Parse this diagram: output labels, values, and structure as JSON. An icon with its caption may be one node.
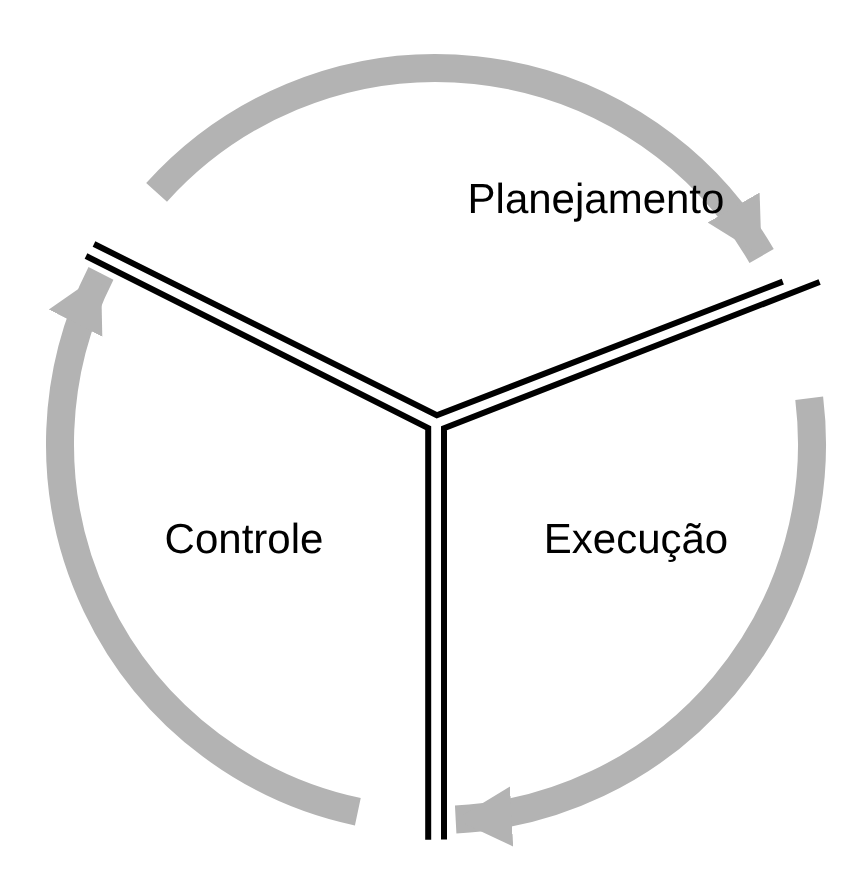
{
  "diagram": {
    "nodes": [
      {
        "text": [
          "Planejamento"
        ]
      },
      {
        "text": [
          "Execução"
        ]
      },
      {
        "text": [
          "Controle"
        ]
      }
    ],
    "edges": [
      {
        "from": 0,
        "to": 1,
        "arrow": "to"
      },
      {
        "from": 1,
        "to": 2,
        "arrow": "to"
      },
      {
        "from": 2,
        "to": 0,
        "arrow": "to"
      }
    ]
  }
}
